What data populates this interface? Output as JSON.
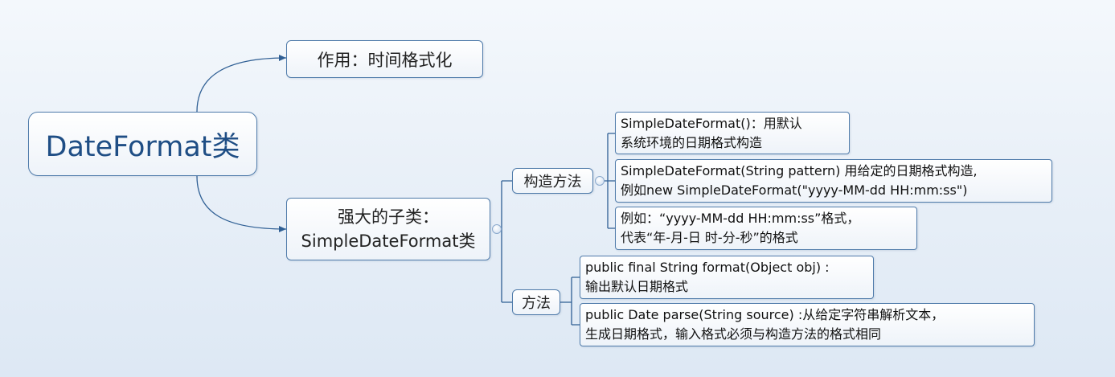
{
  "root": {
    "label": "DateFormat类"
  },
  "purpose": {
    "label": "作用：时间格式化"
  },
  "subclass": {
    "line1": "强大的子类：",
    "line2": "SimpleDateFormat类"
  },
  "constructors": {
    "label": "构造方法",
    "items": [
      {
        "line1": "SimpleDateFormat()：用默认",
        "line2": "系统环境的日期格式构造"
      },
      {
        "line1": "SimpleDateFormat(String pattern) 用给定的日期格式构造,",
        "line2": "例如new SimpleDateFormat(\"yyyy-MM-dd HH:mm:ss\")"
      },
      {
        "line1": "例如：“yyyy-MM-dd HH:mm:ss”格式，",
        "line2": "代表“年-月-日 时-分-秒”的格式"
      }
    ]
  },
  "methods": {
    "label": "方法",
    "items": [
      {
        "line1": "public final String format(Object obj) :",
        "line2": "输出默认日期格式"
      },
      {
        "line1": "public Date parse(String source) :从给定字符串解析文本，",
        "line2": "生成日期格式，输入格式必须与构造方法的格式相同"
      }
    ]
  },
  "colors": {
    "connector": "#2f5f94",
    "border": "#4f7baa",
    "root_text": "#1f4e85"
  }
}
